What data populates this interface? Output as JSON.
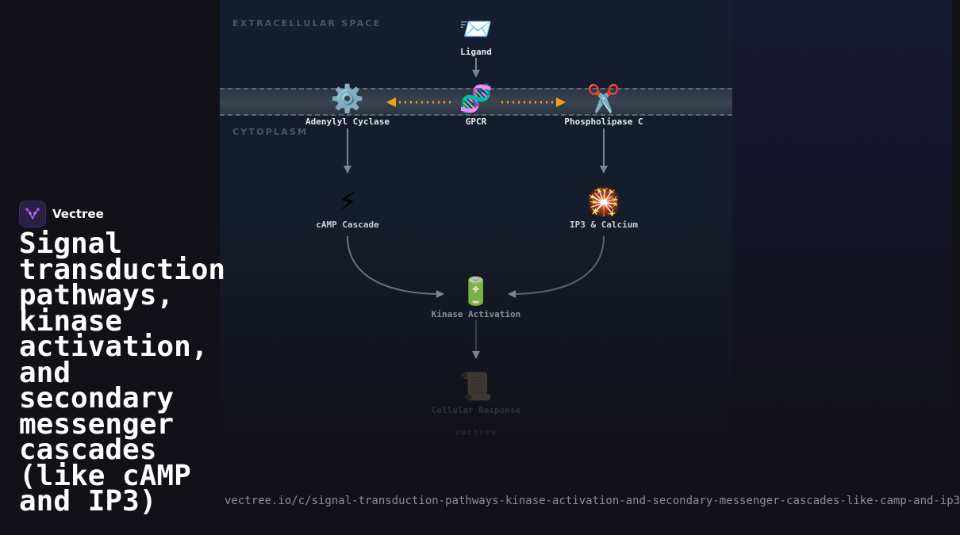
{
  "brand": {
    "name": "Vectree"
  },
  "page": {
    "title": "Signal transduction pathways, kinase activation, and secondary messenger cascades (like cAMP and IP3)",
    "url": "vectree.io/c/signal-transduction-pathways-kinase-activation-and-secondary-messenger-cascades-like-camp-and-ip3"
  },
  "diagram": {
    "regions": {
      "extracellular": "EXTRACELLULAR SPACE",
      "cytoplasm": "CYTOPLASM"
    },
    "nodes": {
      "ligand": {
        "label": "Ligand",
        "icon": "📨",
        "icon_name": "envelope-icon"
      },
      "gpcr": {
        "label": "GPCR",
        "icon": "🧬",
        "icon_name": "dna-icon"
      },
      "adenylyl_cyclase": {
        "label": "Adenylyl Cyclase",
        "icon": "⚙️",
        "icon_name": "gear-icon"
      },
      "phospholipase_c": {
        "label": "Phospholipase C",
        "icon": "✂️",
        "icon_name": "scissors-icon"
      },
      "camp_cascade": {
        "label": "cAMP Cascade",
        "icon": "⚡",
        "icon_name": "lightning-icon"
      },
      "ip3_calcium": {
        "label": "IP3 & Calcium",
        "icon": "🎇",
        "icon_name": "sparkler-icon"
      },
      "kinase_activation": {
        "label": "Kinase Activation",
        "icon": "🔋",
        "icon_name": "battery-icon"
      },
      "cellular_response": {
        "label": "Cellular Response",
        "icon": "📜",
        "icon_name": "scroll-icon"
      }
    },
    "footer_mark": "vectree"
  },
  "colors": {
    "accent_orange": "#f59e1b",
    "arrow_gray": "#7a8494",
    "logo_purple": "#a855f7"
  }
}
